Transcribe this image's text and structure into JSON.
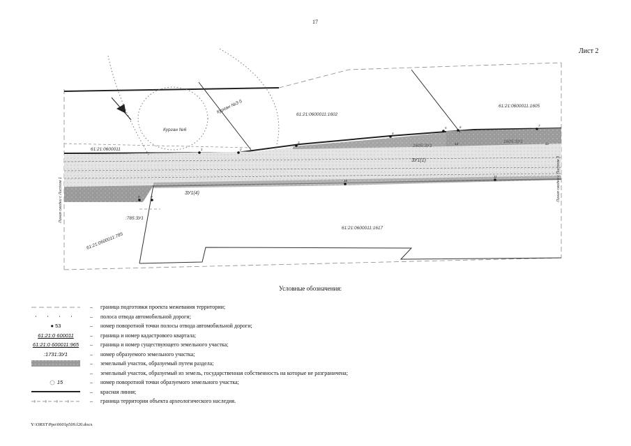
{
  "page": {
    "number": "17",
    "sheet_label": "Лист 2",
    "footer_path": "Y:\\ORST\\Ppo\\0601p509.f20.docx"
  },
  "map": {
    "labels": {
      "kurgan_3_5": "Курган №3-5",
      "kurgan_6": "Курган №6",
      "parcel_1602": "61:21:0600011:1602",
      "parcel_1605": "61:21:0600011:1605",
      "quarter": "61:21:0600011",
      "parcel_1617": "61:21:0600011:1617",
      "parcel_785": "61:21:0600011:785",
      "zu1": "ЗУ1(1)",
      "zu1_4": "ЗУ1(4)",
      "plot_785_3u1": ":785:ЗУ1",
      "plot_1605_a": "1605:ЗУ1",
      "plot_1605_b": "1605:ЗУ1",
      "side_left": "Линия сводки с Листом 1",
      "side_right": "Линия сводки с Листом 3"
    },
    "points": [
      "1",
      "2",
      "3",
      "4",
      "5",
      "6",
      "7",
      "8",
      "9",
      "10",
      "11",
      "12",
      "13"
    ]
  },
  "legend": {
    "title": "Условные обозначения:",
    "dash_sep": "–",
    "items": [
      {
        "symbol": "",
        "text": "граница подготовки проекта межевания территории;"
      },
      {
        "symbol": "",
        "text": "полоса отвода автомобильной дороги;"
      },
      {
        "symbol": "● 53",
        "text": "номер поворотной точки полосы отвода автомобильной дороги;"
      },
      {
        "symbol": "61:21:0 600011",
        "text": "граница и номер кадастрового квартала;"
      },
      {
        "symbol": "61:21:0 600011:965",
        "text": "граница и номер существующего земельного участка;"
      },
      {
        "symbol": ":1731:ЗУ1",
        "text": "номер образуемого земельного участка;"
      },
      {
        "symbol": "",
        "text": "земельный участок, образуемый путем раздела;"
      },
      {
        "symbol": "",
        "text": "земельный участок, образуемый из земель, государственная собственность на которые не разграничена;"
      },
      {
        "symbol": "15",
        "text": "номер поворотной точки образуемого земельного участка;"
      },
      {
        "symbol": "",
        "text": "красная линия;"
      },
      {
        "symbol": "",
        "text": "граница территории объекта археологического наследия."
      }
    ]
  }
}
